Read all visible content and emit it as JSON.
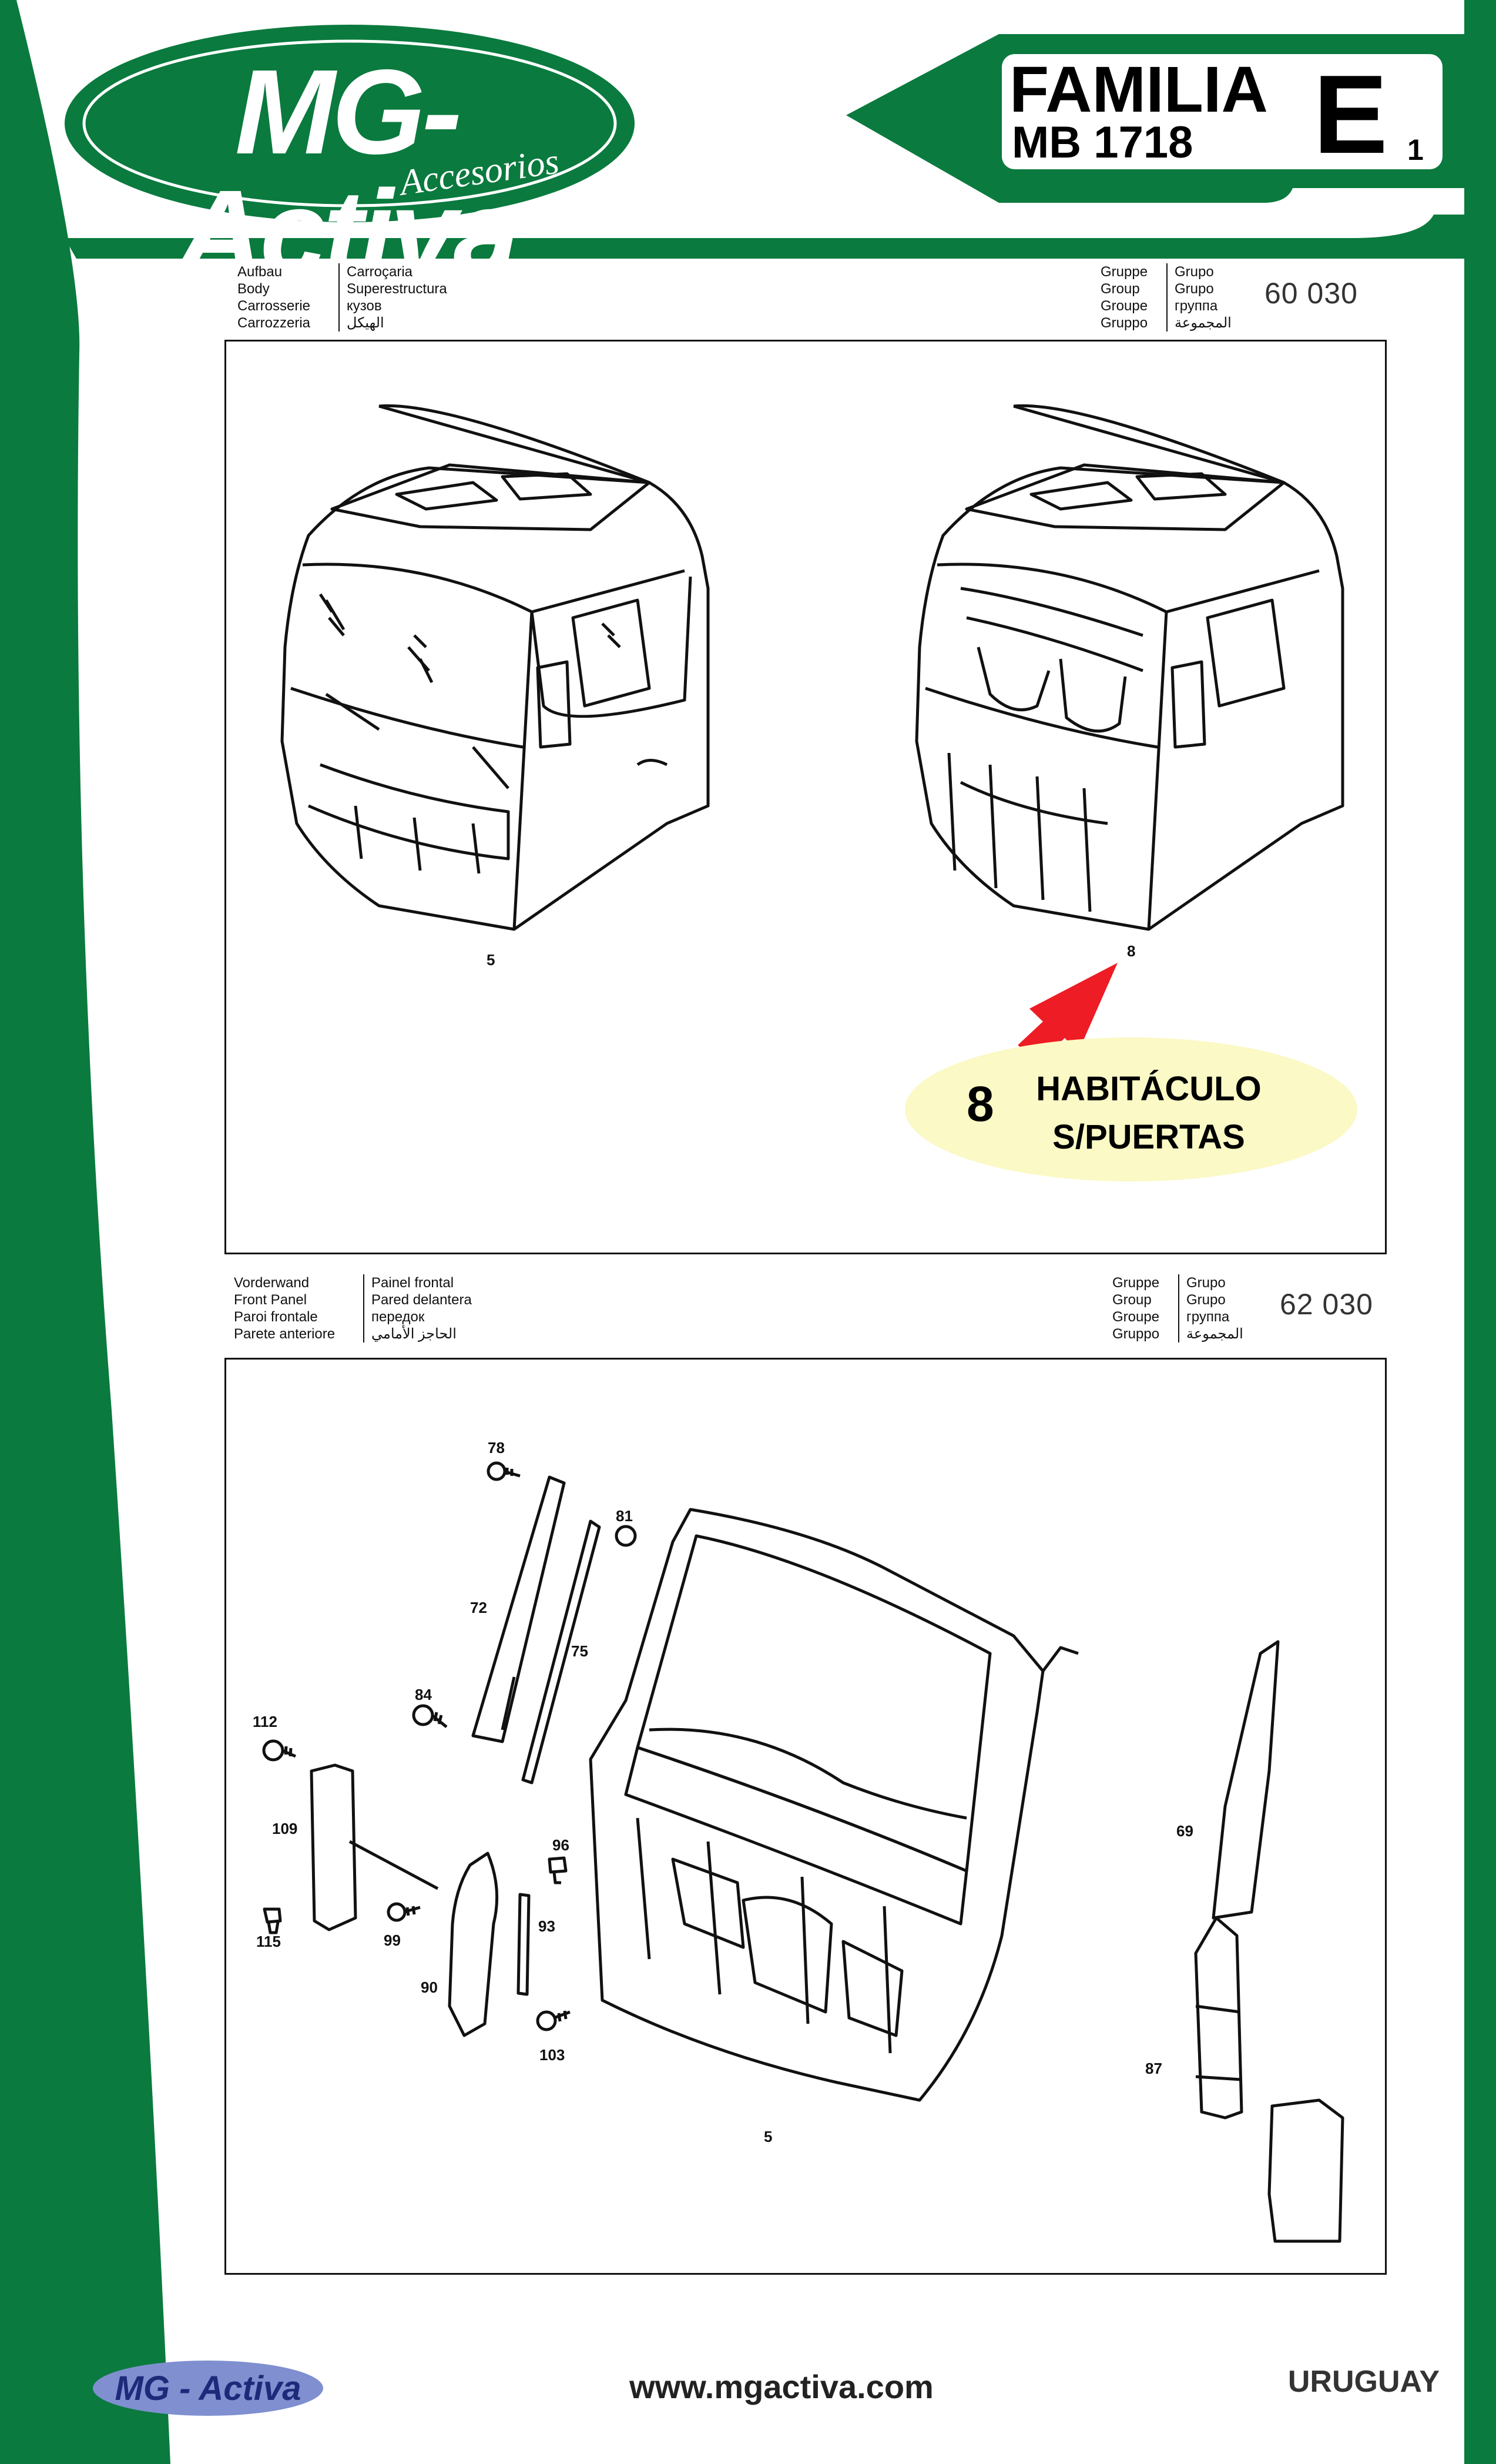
{
  "brand": {
    "name": "MG-Activa",
    "tagline": "Accesorios",
    "color": "#0a7a3e"
  },
  "family": {
    "label": "FAMILIA",
    "model": "MB 1718",
    "letter": "E",
    "sub": "1"
  },
  "sections": [
    {
      "names_left": [
        "Aufbau",
        "Body",
        "Carrosserie",
        "Carrozzeria"
      ],
      "names_right": [
        "Carroçaria",
        "Superestructura",
        "кузов",
        "الهيكل"
      ],
      "group_left": [
        "Gruppe",
        "Group",
        "Groupe",
        "Gruppo"
      ],
      "group_right": [
        "Grupo",
        "Grupo",
        "группа",
        "المجموعة"
      ],
      "group_number": "60 030",
      "part_labels": [
        "5",
        "8"
      ]
    },
    {
      "names_left": [
        "Vorderwand",
        "Front Panel",
        "Paroi frontale",
        "Parete anteriore"
      ],
      "names_right": [
        "Painel frontal",
        "Pared delantera",
        "передок",
        "الحاجز الأمامي"
      ],
      "group_left": [
        "Gruppe",
        "Group",
        "Groupe",
        "Gruppo"
      ],
      "group_right": [
        "Grupo",
        "Grupo",
        "группа",
        "المجموعة"
      ],
      "group_number": "62 030",
      "part_labels": [
        "78",
        "81",
        "72",
        "75",
        "84",
        "112",
        "109",
        "115",
        "99",
        "96",
        "93",
        "90",
        "103",
        "69",
        "87",
        "5"
      ]
    }
  ],
  "callout": {
    "number": "8",
    "line1": "HABITÁCULO",
    "line2": "S/PUERTAS",
    "fill": "#fbf9c5",
    "arrow_color": "#ee1c24"
  },
  "footer": {
    "logo": "MG - Activa",
    "website": "www.mgactiva.com",
    "country": "URUGUAY"
  }
}
